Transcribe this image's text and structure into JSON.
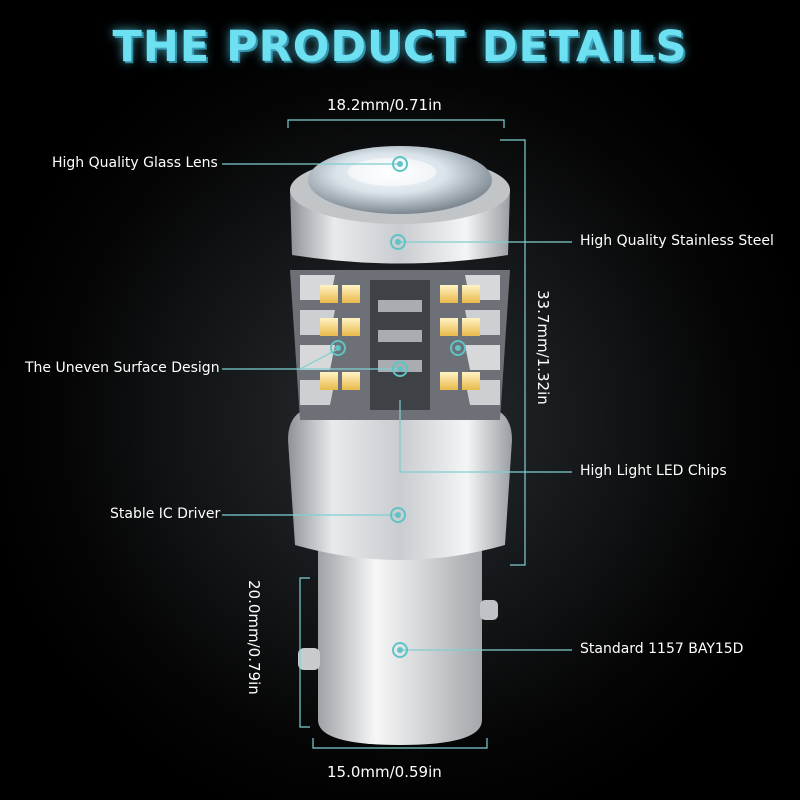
{
  "title": "THE PRODUCT DETAILS",
  "dimensions": {
    "top_width": "18.2mm/0.71in",
    "total_height": "33.7mm/1.32in",
    "base_height": "20.0mm/0.79in",
    "base_width": "15.0mm/0.59in"
  },
  "callouts": {
    "glass_lens": "High Quality Glass Lens",
    "stainless_steel": "High Quality Stainless Steel",
    "uneven_surface": "The Uneven Surface Design",
    "led_chips": "High Light LED Chips",
    "ic_driver": "Stable IC Driver",
    "standard": "Standard 1157 BAY15D"
  },
  "colors": {
    "accent": "#6de0f2",
    "line": "#7fcfd0",
    "led": "#f3d27a"
  }
}
